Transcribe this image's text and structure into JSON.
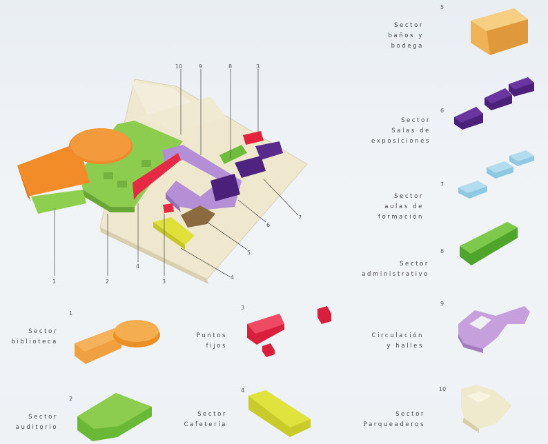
{
  "axonometric_numbers": [
    "10",
    "9",
    "8",
    "3",
    "1",
    "2",
    "4",
    "3",
    "4",
    "5",
    "6",
    "7"
  ],
  "sectors": [
    {
      "number": "1",
      "label": "Sector\nbiblioteca",
      "color": "#f0a040"
    },
    {
      "number": "2",
      "label": "Sector\nauditorio",
      "color": "#7fc241"
    },
    {
      "number": "3",
      "label": "Puntos\nfijos",
      "color": "#e8324f"
    },
    {
      "number": "4",
      "label": "Sector\nCafetería",
      "color": "#d9dc3a"
    },
    {
      "number": "5",
      "label": "Sector\nbaños y\nbodega",
      "color": "#f2b963"
    },
    {
      "number": "6",
      "label": "Sector\nSalas de\nexposiciones",
      "color": "#5a2d8a"
    },
    {
      "number": "7",
      "label": "Sector\naulas de\nformación",
      "color": "#9ad0e8"
    },
    {
      "number": "8",
      "label": "Sector\nadministrativo",
      "color": "#5fb83a"
    },
    {
      "number": "9",
      "label": "Circulación\ny halles",
      "color": "#c39ad6"
    },
    {
      "number": "10",
      "label": "Sector\nParqueaderos",
      "color": "#ece7cf"
    }
  ]
}
